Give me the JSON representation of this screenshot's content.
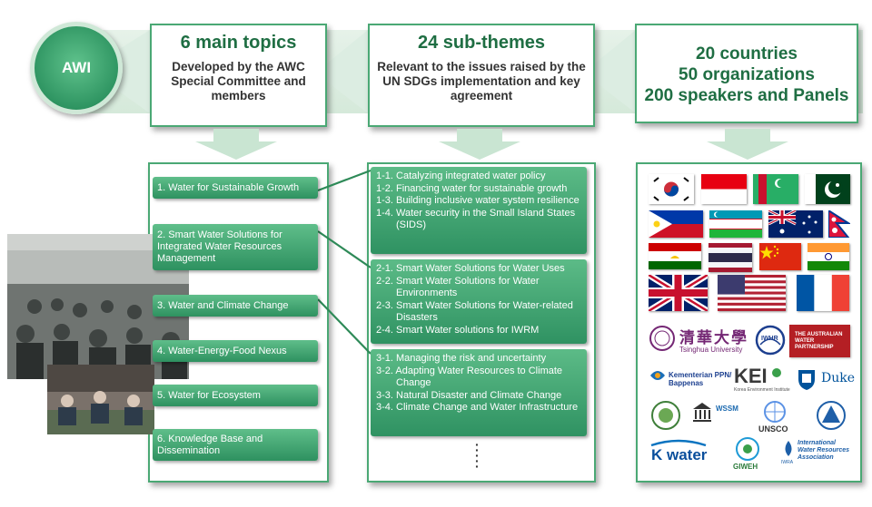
{
  "awi_label": "AWI",
  "headers": {
    "topics": {
      "title": "6 main topics",
      "subtitle": "Developed by the AWC Special Committee and members"
    },
    "subthemes": {
      "title": "24 sub-themes",
      "subtitle": "Relevant to the issues raised by the UN SDGs implementation and key agreement"
    },
    "participants": {
      "stats": [
        "20 countries",
        "50 organizations",
        "200 speakers and Panels"
      ]
    }
  },
  "topics": [
    "1. Water for Sustainable Growth",
    "2. Smart Water Solutions for Integrated Water Resources Management",
    "3. Water and Climate Change",
    "4. Water-Energy-Food Nexus",
    "5. Water for Ecosystem",
    "6. Knowledge Base and Dissemination"
  ],
  "subthemes": [
    [
      "1-1. Catalyzing integrated water policy",
      "1-2. Financing water for sustainable growth",
      "1-3. Building inclusive water system resilience",
      "1-4. Water security in the Small Island States (SIDS)"
    ],
    [
      "2-1. Smart Water Solutions for Water Uses",
      "2-2. Smart Water Solutions for Water Environments",
      "2-3. Smart Water Solutions for Water-related Disasters",
      "2-4. Smart Water solutions for IWRM"
    ],
    [
      "3-1. Managing the risk and uncertainty",
      "3-2. Adapting Water Resources to Climate Change",
      "3-3. Natural Disaster and Climate Change",
      "3-4. Climate Change and Water Infrastructure"
    ]
  ],
  "flags": [
    "south-korea",
    "indonesia",
    "turkmenistan",
    "pakistan",
    "philippines",
    "uzbekistan",
    "australia",
    "nepal",
    "tajikistan",
    "thailand",
    "china",
    "india",
    "united-kingdom",
    "united-states",
    "france"
  ],
  "orgs": {
    "tsinghua_cn": "清華大學",
    "tsinghua_en": "Tsinghua University",
    "iwhr": "IWHR",
    "awp": "THE AUSTRALIAN WATER PARTNERSHIP",
    "bappenas": "Kementerian PPN/ Bappenas",
    "kei": "KEI",
    "kei_sub": "Korea Environment Institute",
    "duke": "Duke",
    "unsco": "UNSCO",
    "kwater": "K water",
    "giweh": "GIWEH",
    "iwra": "International Water Resources Association",
    "iwra_abbr": "IWRA",
    "wssm": "WSSM"
  },
  "colors": {
    "green_dark": "#2e9160",
    "green_light": "#5fbe8a",
    "title_green": "#1f6e43",
    "band": "#d9ecdf"
  }
}
